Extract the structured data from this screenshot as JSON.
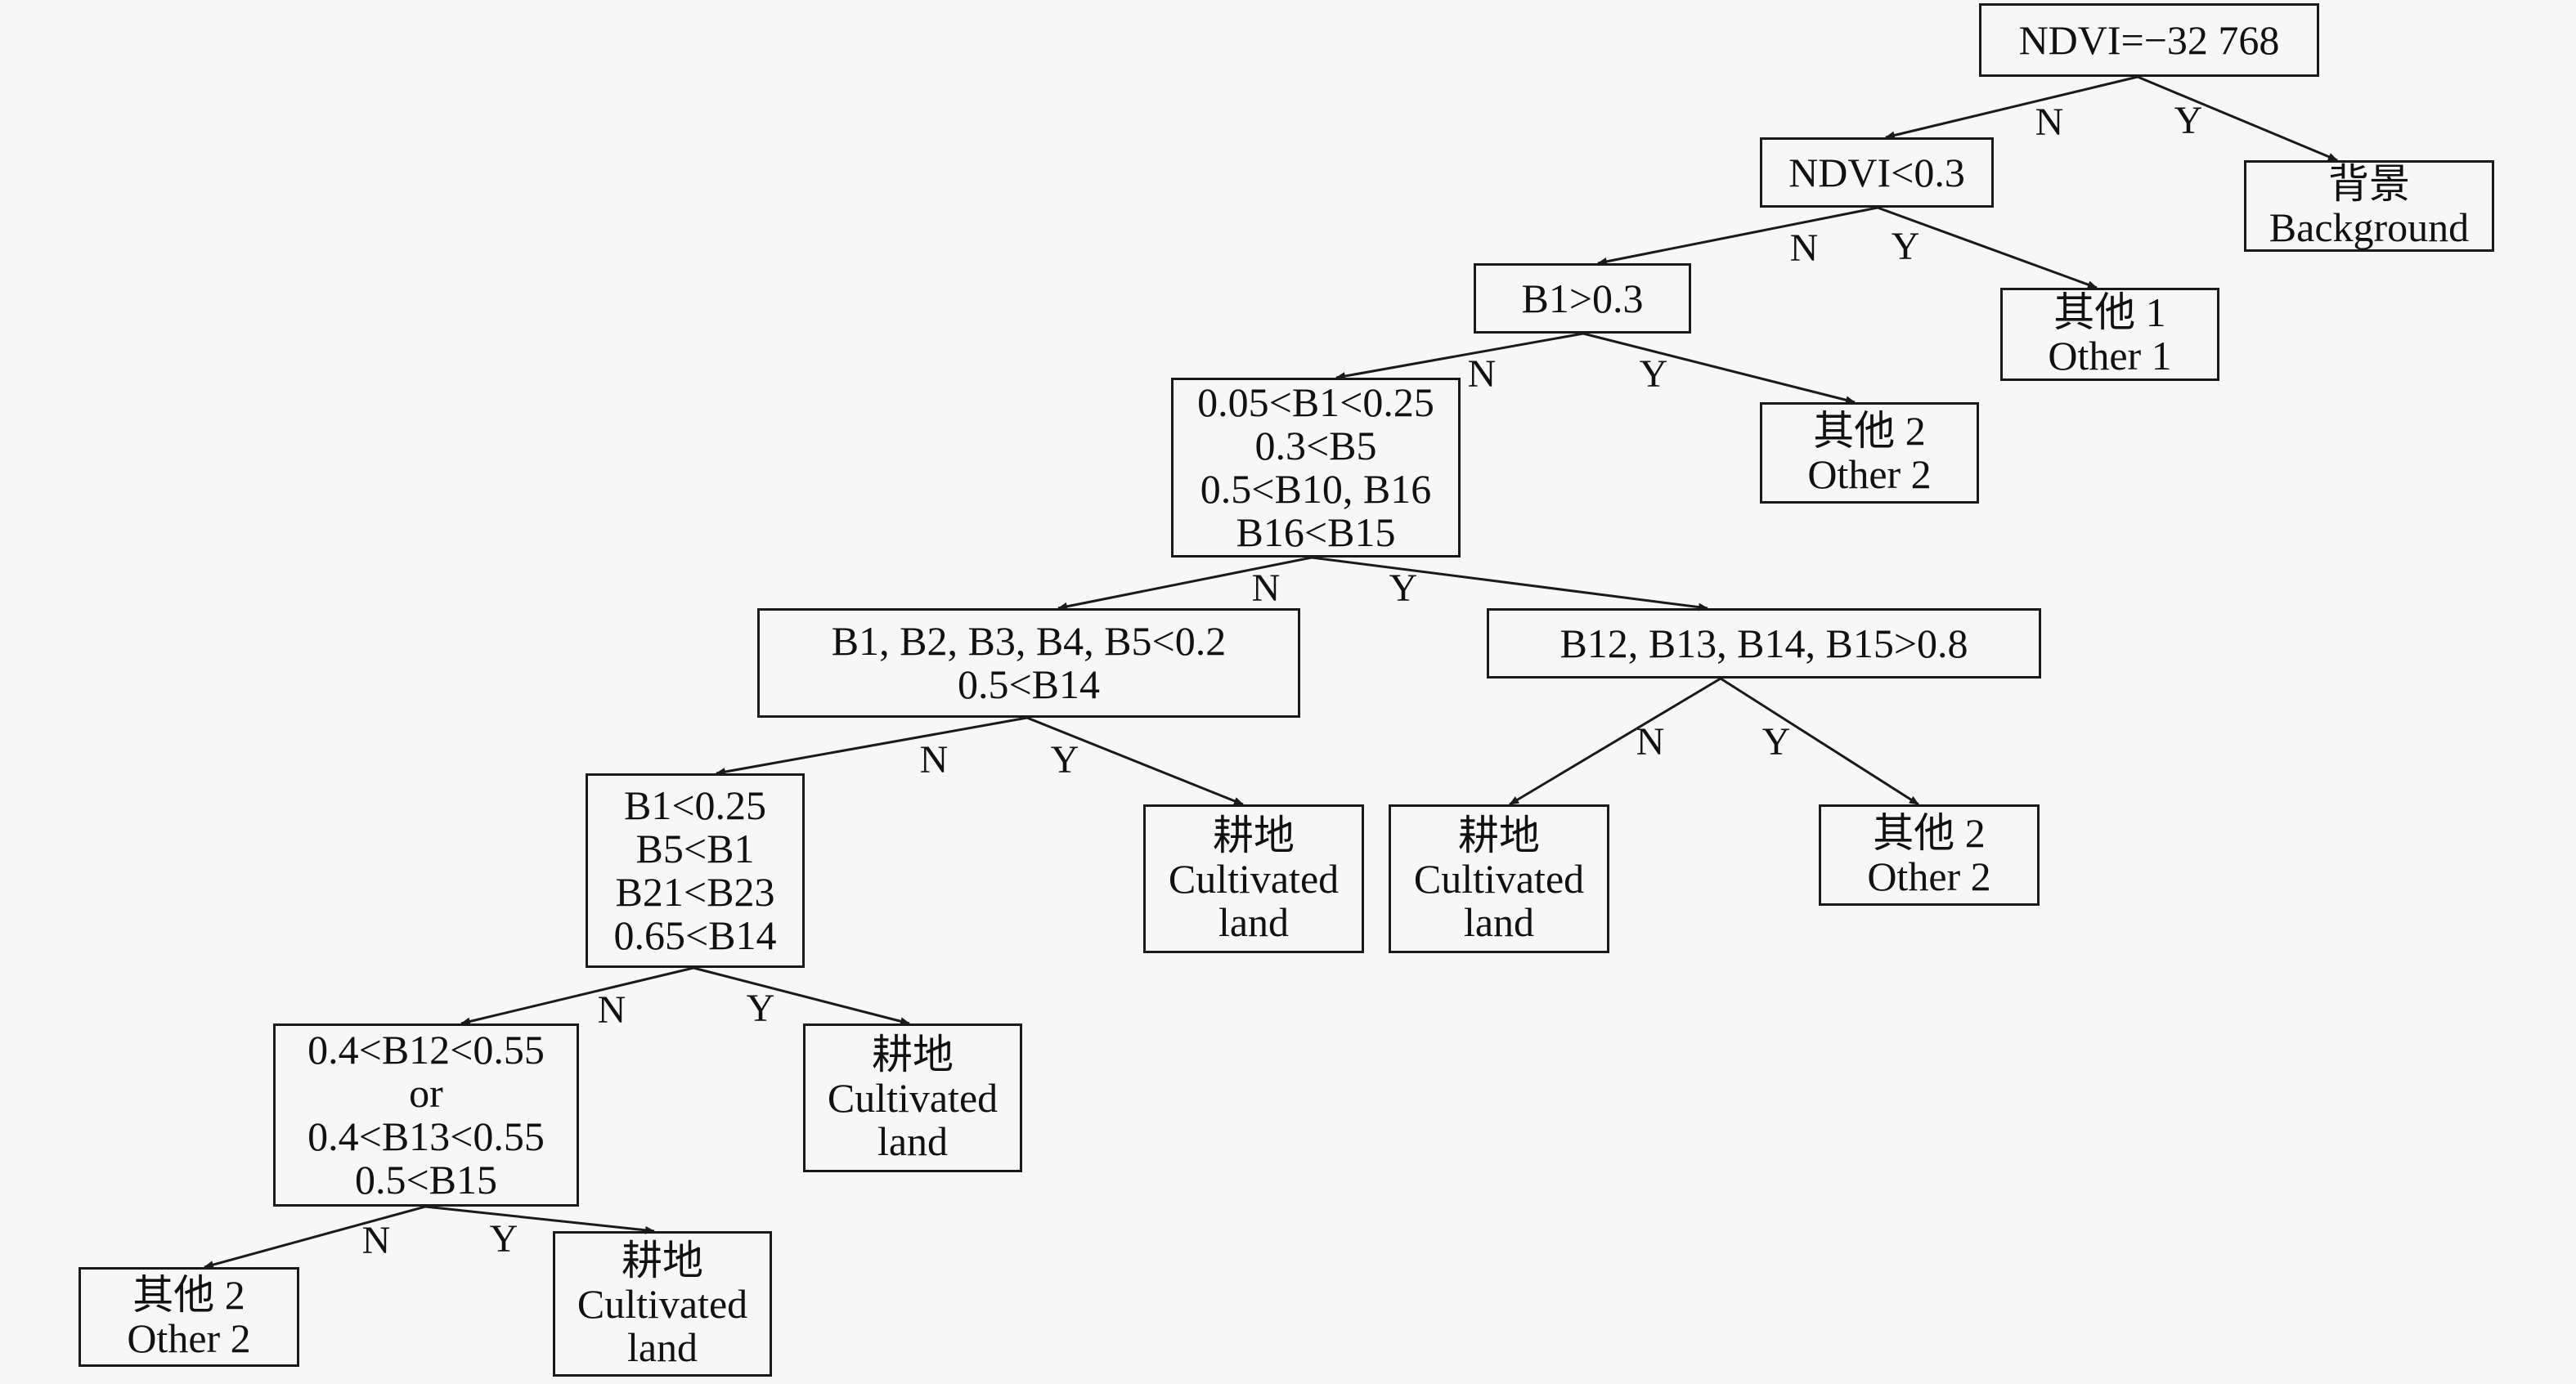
{
  "nodes": {
    "n_root": {
      "lines": [
        "NDVI=−32 768"
      ]
    },
    "n_ndvi03": {
      "lines": [
        "NDVI<0.3"
      ]
    },
    "n_bg": {
      "lines": [
        "背景",
        "Background"
      ]
    },
    "n_b1": {
      "lines": [
        "B1>0.3"
      ]
    },
    "n_other1": {
      "lines": [
        "其他 1",
        "Other 1"
      ]
    },
    "n_c4": {
      "lines": [
        "0.05<B1<0.25",
        "0.3<B5",
        "0.5<B10, B16",
        "B16<B15"
      ]
    },
    "n_other2a": {
      "lines": [
        "其他 2",
        "Other 2"
      ]
    },
    "n_c5": {
      "lines": [
        "B1, B2, B3, B4, B5<0.2",
        "0.5<B14"
      ]
    },
    "n_c5r": {
      "lines": [
        "B12, B13, B14, B15>0.8"
      ]
    },
    "n_c6": {
      "lines": [
        "B1<0.25",
        "B5<B1",
        "B21<B23",
        "0.65<B14"
      ]
    },
    "n_cult1": {
      "lines": [
        "耕地",
        "Cultivated",
        "land"
      ]
    },
    "n_cult2": {
      "lines": [
        "耕地",
        "Cultivated",
        "land"
      ]
    },
    "n_other2b": {
      "lines": [
        "其他 2",
        "Other 2"
      ]
    },
    "n_c7": {
      "lines": [
        "0.4<B12<0.55",
        "or",
        "0.4<B13<0.55",
        "0.5<B15"
      ]
    },
    "n_cult3": {
      "lines": [
        "耕地",
        "Cultivated",
        "land"
      ]
    },
    "n_other2c": {
      "lines": [
        "其他 2",
        "Other 2"
      ]
    },
    "n_cult4": {
      "lines": [
        "耕地",
        "Cultivated",
        "land"
      ]
    }
  },
  "edges": [
    {
      "from": "n_root",
      "to": "n_ndvi03",
      "label": "N"
    },
    {
      "from": "n_root",
      "to": "n_bg",
      "label": "Y"
    },
    {
      "from": "n_ndvi03",
      "to": "n_b1",
      "label": "N"
    },
    {
      "from": "n_ndvi03",
      "to": "n_other1",
      "label": "Y"
    },
    {
      "from": "n_b1",
      "to": "n_c4",
      "label": "N"
    },
    {
      "from": "n_b1",
      "to": "n_other2a",
      "label": "Y"
    },
    {
      "from": "n_c4",
      "to": "n_c5",
      "label": "N"
    },
    {
      "from": "n_c4",
      "to": "n_c5r",
      "label": "Y"
    },
    {
      "from": "n_c5",
      "to": "n_c6",
      "label": "N"
    },
    {
      "from": "n_c5",
      "to": "n_cult1",
      "label": "Y"
    },
    {
      "from": "n_c5r",
      "to": "n_cult2",
      "label": "N"
    },
    {
      "from": "n_c5r",
      "to": "n_other2b",
      "label": "Y"
    },
    {
      "from": "n_c6",
      "to": "n_c7",
      "label": "N"
    },
    {
      "from": "n_c6",
      "to": "n_cult3",
      "label": "Y"
    },
    {
      "from": "n_c7",
      "to": "n_other2c",
      "label": "N"
    },
    {
      "from": "n_c7",
      "to": "n_cult4",
      "label": "Y"
    }
  ],
  "colors": {
    "stroke": "#1a1a1a",
    "background": "#f7f7f7",
    "text": "#111111"
  }
}
